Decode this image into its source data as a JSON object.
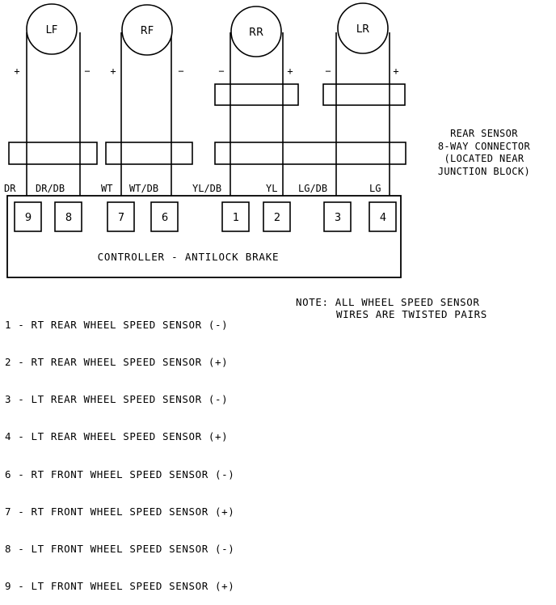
{
  "sensors": [
    {
      "id": "LF",
      "label": "LF",
      "left_sign": "+",
      "right_sign": "−"
    },
    {
      "id": "RF",
      "label": "RF",
      "left_sign": "+",
      "right_sign": "−"
    },
    {
      "id": "RR",
      "label": "RR",
      "left_sign": "−",
      "right_sign": "+"
    },
    {
      "id": "LR",
      "label": "LR",
      "left_sign": "−",
      "right_sign": "+"
    }
  ],
  "connector_note": [
    "REAR SENSOR",
    "8-WAY CONNECTOR",
    "(LOCATED NEAR",
    "JUNCTION BLOCK)"
  ],
  "wire_colors": [
    "DR",
    "DR/DB",
    "WT",
    "WT/DB",
    "YL/DB",
    "YL",
    "LG/DB",
    "LG"
  ],
  "pins": [
    "9",
    "8",
    "7",
    "6",
    "1",
    "2",
    "3",
    "4"
  ],
  "controller_label": "CONTROLLER - ANTILOCK BRAKE",
  "legend": [
    "1 - RT REAR WHEEL SPEED SENSOR (-)",
    "2 - RT REAR WHEEL SPEED SENSOR (+)",
    "3 - LT REAR WHEEL SPEED SENSOR (-)",
    "4 - LT REAR WHEEL SPEED SENSOR (+)",
    "6 - RT FRONT WHEEL SPEED SENSOR (-)",
    "7 - RT FRONT WHEEL SPEED SENSOR (+)",
    "8 - LT FRONT WHEEL SPEED SENSOR (-)",
    "9 - LT FRONT WHEEL SPEED SENSOR (+)"
  ],
  "note": {
    "line1": "NOTE: ALL WHEEL SPEED SENSOR",
    "line2": "WIRES ARE TWISTED PAIRS"
  }
}
